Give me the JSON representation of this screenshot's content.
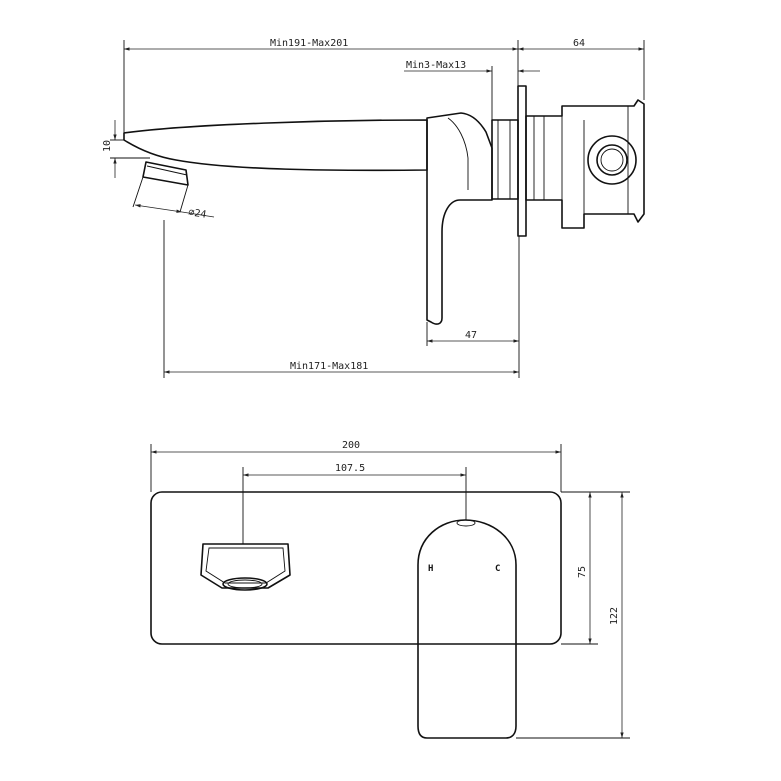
{
  "side_view": {
    "dims": {
      "overall_length": "Min191-Max201",
      "backplate_to_body": "64",
      "wall_gap": "Min3-Max13",
      "spout_height": "10",
      "aerator_diameter": "∅24",
      "lever_depth": "47",
      "spout_reach": "Min171-Max181"
    }
  },
  "front_view": {
    "dims": {
      "plate_width": "200",
      "center_distance": "107.5",
      "plate_height": "75",
      "overall_height": "122"
    },
    "lever_marks": {
      "hot": "H",
      "cold": "C"
    }
  }
}
